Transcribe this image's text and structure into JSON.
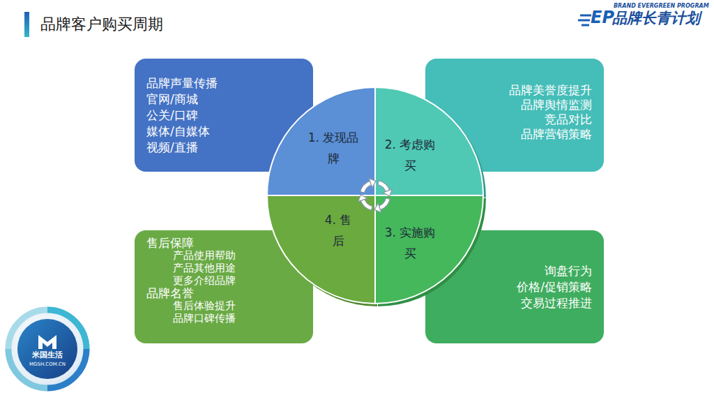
{
  "diagram": {
    "title": "品牌客户购买周期",
    "nodes": [
      {
        "text": [
          "品牌声量传播",
          "官网/商城",
          "公关/口碑",
          "媒体/自媒体",
          "视频/直播"
        ]
      },
      {
        "text": [
          "1. 发现品牌"
        ]
      },
      {
        "text": [
          "2. 考虑购买"
        ]
      },
      {
        "text": [
          "品牌美誉度提升",
          "品牌舆情监测",
          "竞品对比",
          "品牌营销策略"
        ]
      },
      {
        "text": [
          "售后保障",
          "产品使用帮助",
          "产品其他用途",
          "更多介绍品牌",
          "品牌名誉",
          "售后体验提升",
          "品牌口碑传播"
        ]
      },
      {
        "text": [
          "4. 售后"
        ]
      },
      {
        "text": [
          "3. 实施购买"
        ]
      },
      {
        "text": [
          "询盘行为",
          "价格/促销策略",
          "交易过程推进"
        ]
      }
    ],
    "labels": [
      "BRAND EVERGREEN PROGRAM",
      "品牌长青计划",
      "EP",
      "米国生活",
      "MGSH.COM.CN"
    ]
  }
}
